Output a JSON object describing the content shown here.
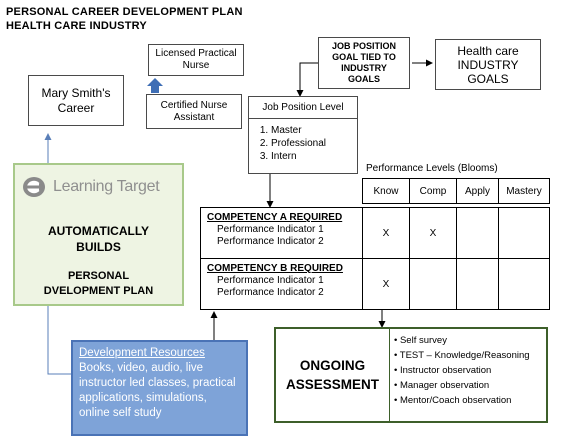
{
  "header": {
    "title_line1": "PERSONAL CAREER DEVELOPMENT PLAN",
    "title_line2": "HEALTH CARE INDUSTRY"
  },
  "career": {
    "mary_smith": "Mary Smith's Career",
    "lpn": "Licensed Practical Nurse",
    "cna": "Certified Nurse Assistant"
  },
  "goal": {
    "job_position_goal": "JOB POSITION GOAL TIED TO INDUSTRY GOALS",
    "industry_goals_line1": "Health care",
    "industry_goals_line2": "INDUSTRY",
    "industry_goals_line3": "GOALS"
  },
  "job_position_level": {
    "title": "Job Position Level",
    "levels": [
      "Master",
      "Professional",
      "Intern"
    ]
  },
  "performance": {
    "title": "Performance Levels (Blooms)",
    "columns": [
      "Know",
      "Comp",
      "Apply",
      "Mastery"
    ],
    "competencies": [
      {
        "name": "COMPETENCY A  REQUIRED",
        "indicators": [
          "Performance Indicator 1",
          "Performance Indicator 2"
        ],
        "marks": [
          "X",
          "X",
          "",
          ""
        ]
      },
      {
        "name": "COMPETENCY B REQUIRED",
        "indicators": [
          "Performance Indicator 1",
          "Performance Indicator 2"
        ],
        "marks": [
          "X",
          "",
          "",
          ""
        ]
      }
    ]
  },
  "learning_target": {
    "logo_text": "Learning Target",
    "auto_line1": "AUTOMATICALLY",
    "auto_line2": "BUILDS",
    "plan_line1": "PERSONAL",
    "plan_line2": "DVELOPMENT PLAN"
  },
  "resources": {
    "title": "Development Resources",
    "body": "Books, video, audio, live instructor led classes, practical applications, simulations, online self study"
  },
  "assessment": {
    "title_line1": "ONGOING",
    "title_line2": "ASSESSMENT",
    "items": [
      "Self survey",
      "TEST – Knowledge/Reasoning",
      "Instructor  observation",
      "Manager observation",
      "Mentor/Coach  observation"
    ]
  },
  "colors": {
    "arrow_blue": "#3f6eb5",
    "resource_blue": "#7ea3d8",
    "green_panel": "#eef4e3"
  }
}
